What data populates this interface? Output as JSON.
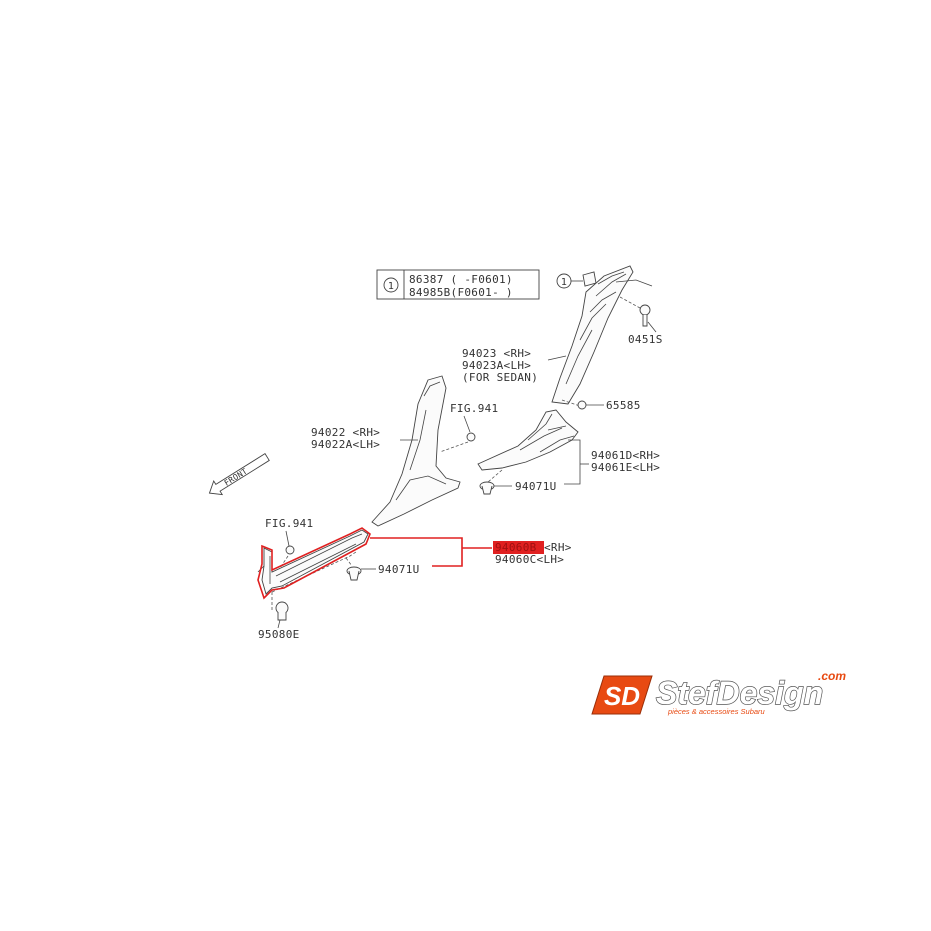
{
  "legend": {
    "marker": "1",
    "line1": "86387 ( -F0601)",
    "line2": "84985B(F0601- )"
  },
  "callout_marker": "1",
  "labels": {
    "fig941_upper": "FIG.941",
    "fig941_lower": "FIG.941",
    "front": "FRONT",
    "p0451S": "0451S",
    "p94023_rh": "94023 <RH>",
    "p94023_lh": "94023A<LH>",
    "p94023_note": "(FOR SEDAN)",
    "p65585": "65585",
    "p94022_rh": "94022 <RH>",
    "p94022_lh": "94022A<LH>",
    "p94061_rh": "94061D<RH>",
    "p94061_lh": "94061E<LH>",
    "p94071U_upper": "94071U",
    "p94071U_lower": "94071U",
    "p94060_rh_code": "94060B",
    "p94060_rh_side": "<RH>",
    "p94060_lh": "94060C<LH>",
    "p95080E": "95080E"
  },
  "highlight_color": "#e02020",
  "logo": {
    "mark": "SD",
    "name": "StefDesign",
    "tld": ".com",
    "tagline": "pièces & accessoires Subaru",
    "accent": "#e84a12"
  }
}
